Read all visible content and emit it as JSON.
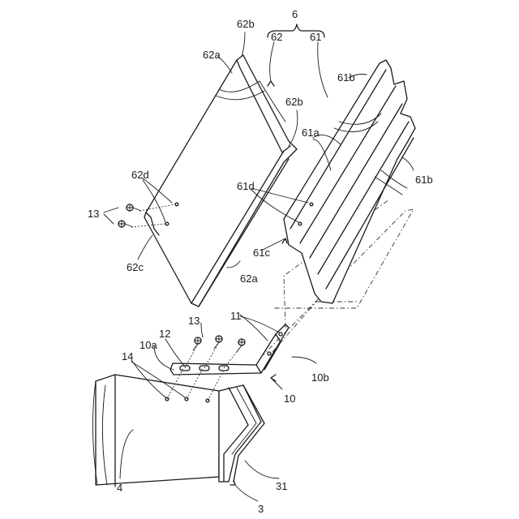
{
  "labels": {
    "l6": "6",
    "l62": "62",
    "l61": "61",
    "l62b_top": "62b",
    "l62a_top": "62a",
    "l62b_mid": "62b",
    "l61b_top": "61b",
    "l61a": "61a",
    "l61b_bot": "61b",
    "l62d": "62d",
    "l13_top": "13",
    "l61d": "61d",
    "l62c": "62c",
    "l61c": "61c",
    "l62a_bot": "62a",
    "l11": "11",
    "l13_mid": "13",
    "l12": "12",
    "l10a": "10a",
    "l14": "14",
    "l10b": "10b",
    "l10": "10",
    "l4": "4",
    "l31": "31",
    "l3": "3"
  }
}
